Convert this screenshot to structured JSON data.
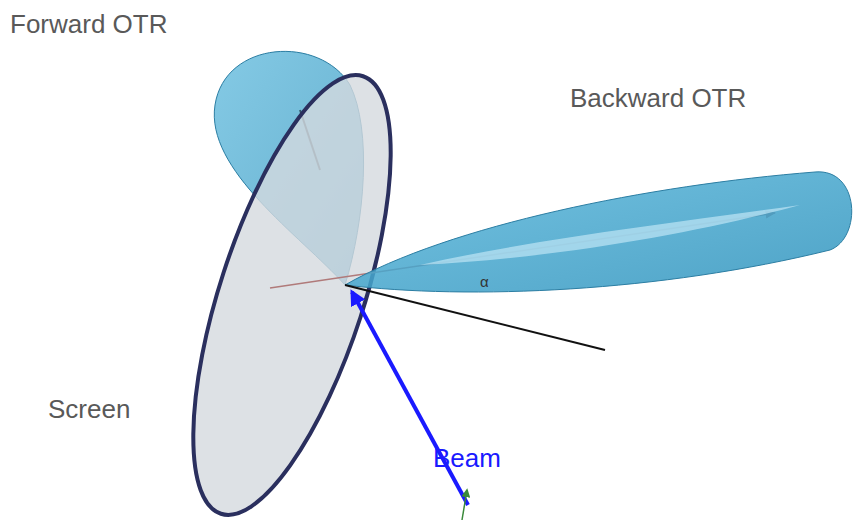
{
  "diagram": {
    "labels": [
      "Forward OTR",
      "Backward OTR",
      "α",
      "Screen",
      "Beam"
    ]
  }
}
